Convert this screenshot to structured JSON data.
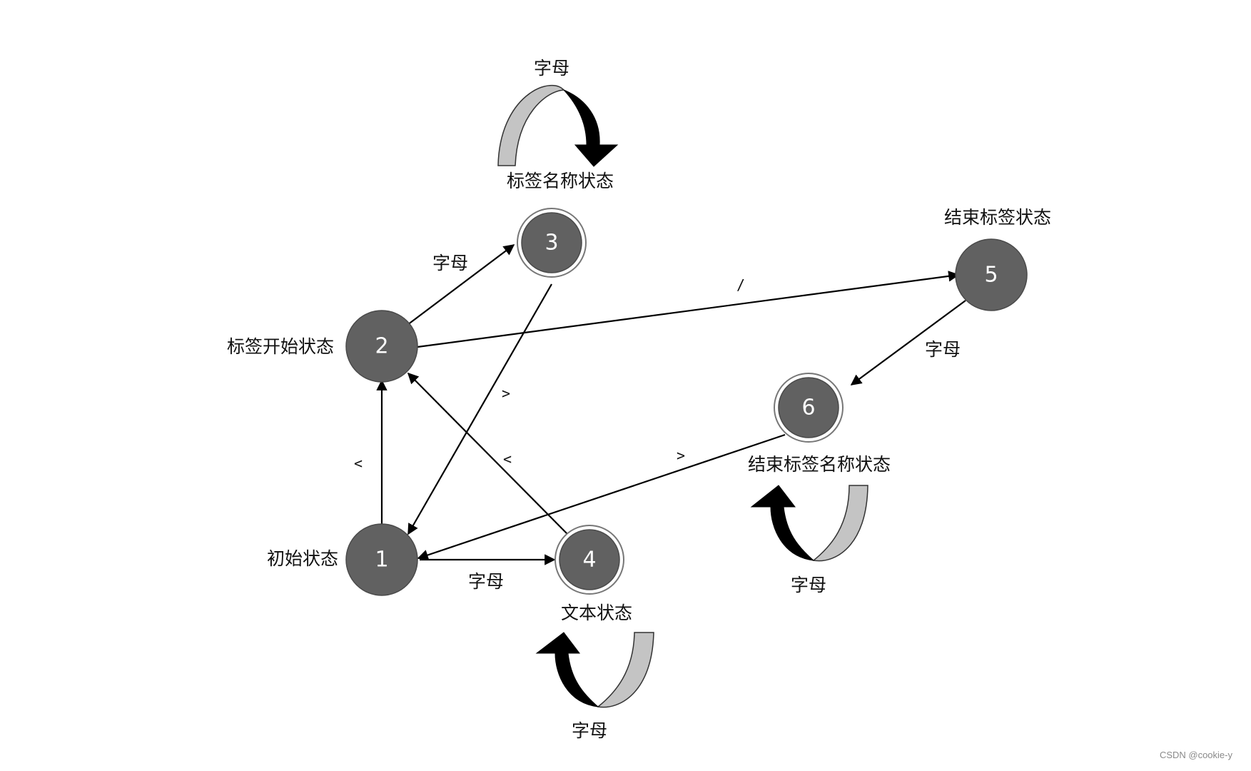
{
  "diagram": {
    "states": [
      {
        "id": "1",
        "number": "1",
        "label": "初始状态"
      },
      {
        "id": "2",
        "number": "2",
        "label": "标签开始状态"
      },
      {
        "id": "3",
        "number": "3",
        "label": "标签名称状态"
      },
      {
        "id": "4",
        "number": "4",
        "label": "文本状态"
      },
      {
        "id": "5",
        "number": "5",
        "label": "结束标签状态"
      },
      {
        "id": "6",
        "number": "6",
        "label": "结束标签名称状态"
      }
    ],
    "accepting_states": [
      "3",
      "4",
      "6"
    ],
    "transitions": [
      {
        "from": "1",
        "to": "2",
        "label": "<"
      },
      {
        "from": "1",
        "to": "4",
        "label": "字母"
      },
      {
        "from": "2",
        "to": "3",
        "label": "字母"
      },
      {
        "from": "2",
        "to": "5",
        "label": "/"
      },
      {
        "from": "3",
        "to": "1",
        "label": ">"
      },
      {
        "from": "4",
        "to": "2",
        "label": "<"
      },
      {
        "from": "5",
        "to": "6",
        "label": "字母"
      },
      {
        "from": "6",
        "to": "1",
        "label": ">"
      }
    ],
    "self_loops": [
      {
        "state": "3",
        "label": "字母"
      },
      {
        "state": "4",
        "label": "字母"
      },
      {
        "state": "6",
        "label": "字母"
      }
    ]
  },
  "watermark": "CSDN @cookie-y"
}
